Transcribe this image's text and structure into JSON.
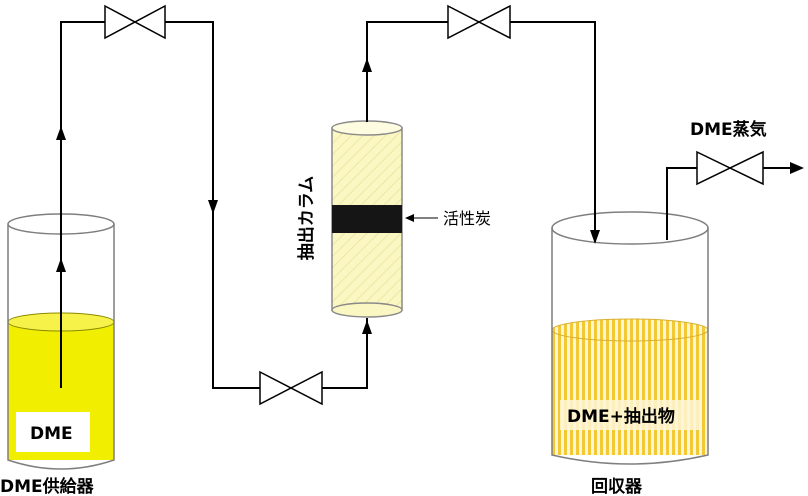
{
  "labels": {
    "supply_tank_caption": "DME供給器",
    "supply_liquid": "DME",
    "column_label": "抽出カラム",
    "adsorbent_label": "活性炭",
    "collector_caption": "回収器",
    "collector_liquid": "DME+抽出物",
    "vapor_label": "DME蒸気"
  },
  "colors": {
    "dme_liquid": "#f2ee00",
    "column_fill": "#fbf7c3",
    "collector_stripes": "#f4c832",
    "carbon_band": "#151515",
    "line": "#000000"
  }
}
